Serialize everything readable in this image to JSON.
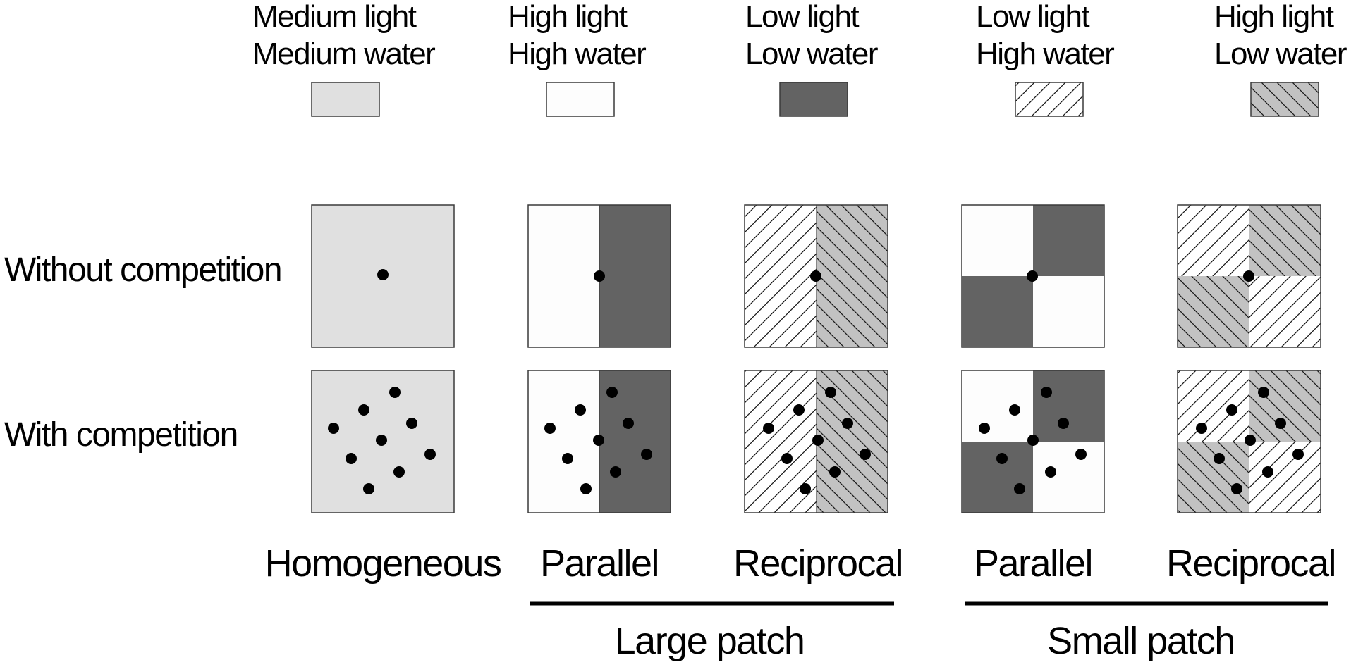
{
  "colors": {
    "medium_light_medium_water": "#e0e0e0",
    "high_light_high_water": "#fdfdfd",
    "low_light_low_water": "#636363",
    "low_light_high_water": "#ffffff",
    "high_light_low_water": "#c2c2c2",
    "outline": "#3a3a3a",
    "dot": "#000000"
  },
  "legend": [
    {
      "line1": "Medium light",
      "line2": "Medium water",
      "fill": "medium_light_medium_water",
      "pattern": "none"
    },
    {
      "line1": "High light",
      "line2": "High water",
      "fill": "high_light_high_water",
      "pattern": "none"
    },
    {
      "line1": "Low light",
      "line2": "Low water",
      "fill": "low_light_low_water",
      "pattern": "none"
    },
    {
      "line1": "Low light",
      "line2": "High water",
      "fill": "low_light_high_water",
      "pattern": "hatch-forward"
    },
    {
      "line1": "High light",
      "line2": "Low water",
      "fill": "high_light_low_water",
      "pattern": "hatch-back"
    }
  ],
  "rows": [
    "Without competition",
    "With competition"
  ],
  "columns": [
    "Homogeneous",
    "Parallel",
    "Reciprocal",
    "Parallel",
    "Reciprocal"
  ],
  "groups": [
    "Large patch",
    "Small patch"
  ]
}
